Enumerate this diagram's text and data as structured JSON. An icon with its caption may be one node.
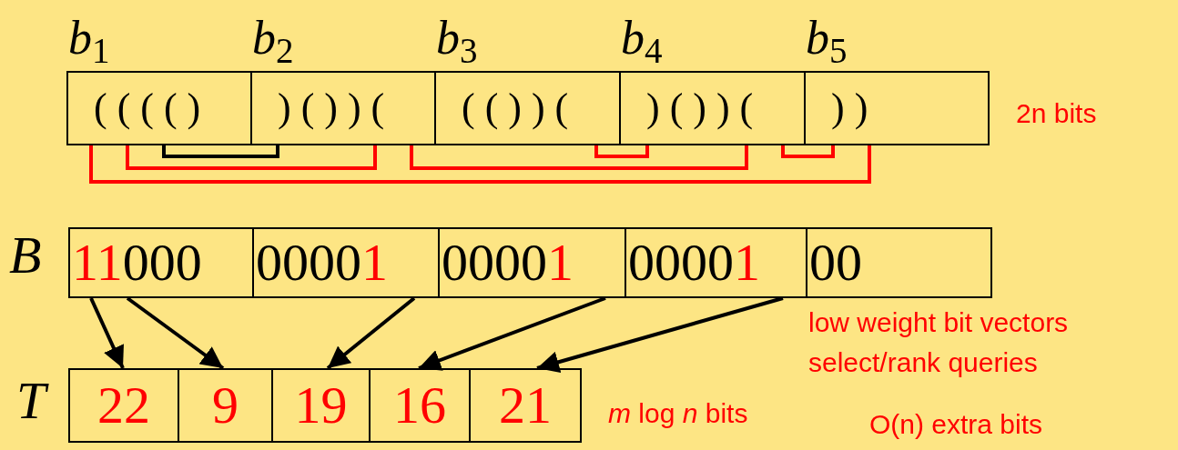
{
  "diagram": {
    "nodes": [
      {
        "text": [
          "*b*$_{1}$",
          "( ( ( ( )"
        ]
      },
      {
        "text": [
          "*b*$_{2}$",
          ") ( ) ) ("
        ]
      },
      {
        "text": [
          "*b*$_{3}$",
          "( ( ) ) ("
        ]
      },
      {
        "text": [
          "*b*$_{4}$",
          ") ( ) ) ("
        ]
      },
      {
        "text": [
          "*b*$_{5}$",
          ") )"
        ]
      },
      {
        "text": [
          "11",
          "000"
        ]
      },
      {
        "text": [
          "0000",
          "1"
        ]
      },
      {
        "text": [
          "0000",
          "1"
        ]
      },
      {
        "text": [
          "0000",
          "1"
        ]
      },
      {
        "text": [
          "00"
        ]
      },
      {
        "text": [
          "22"
        ]
      },
      {
        "text": [
          "9"
        ]
      },
      {
        "text": [
          "19"
        ]
      },
      {
        "text": [
          "16"
        ]
      },
      {
        "text": [
          "21"
        ]
      }
    ],
    "edges": [
      {
        "from": 0,
        "to": 4,
        "arrow": "none",
        "color": "#ff0000"
      },
      {
        "from": 0,
        "to": 1,
        "arrow": "none",
        "color": "#ff0000"
      },
      {
        "from": 0,
        "to": 1,
        "arrow": "none"
      },
      {
        "from": 1,
        "to": 3,
        "arrow": "none",
        "color": "#ff0000"
      },
      {
        "from": 2,
        "to": 3,
        "arrow": "none",
        "color": "#ff0000"
      },
      {
        "from": 3,
        "to": 4,
        "arrow": "none",
        "color": "#ff0000"
      },
      {
        "from": 5,
        "to": 10,
        "arrow": "to"
      },
      {
        "from": 5,
        "to": 11,
        "arrow": "to"
      },
      {
        "from": 6,
        "to": 12,
        "arrow": "to"
      },
      {
        "from": 7,
        "to": 13,
        "arrow": "to"
      },
      {
        "from": 8,
        "to": 14,
        "arrow": "to"
      }
    ],
    "labels": [
      "2n bits",
      "*B*",
      "low weight bit vectors",
      "select/rank queries",
      "*T*",
      "*m* log *n* bits",
      "O(n) extra bits"
    ]
  }
}
